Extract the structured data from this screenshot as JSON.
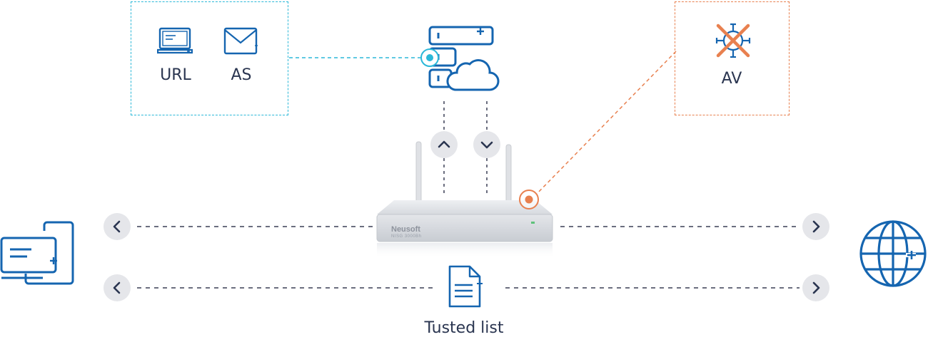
{
  "filters": {
    "url_label": "URL",
    "as_label": "AS",
    "av_label": "AV"
  },
  "router": {
    "brand": "Neusoft",
    "model": "NISG 3000Bh"
  },
  "trusted_list": {
    "label": "Tusted list"
  },
  "icons": {
    "url": "laptop-icon",
    "as": "envelope-icon",
    "cloud_server": "server-cloud-icon",
    "av": "virus-blocked-icon",
    "devices": "devices-icon",
    "internet": "globe-icon",
    "document": "document-icon",
    "router": "router-icon"
  },
  "colors": {
    "primary": "#1565b0",
    "dashed_blue": "#2bb8d8",
    "dashed_orange": "#e8804f",
    "dark_line": "#3a3f55",
    "chevron_bg": "#e5e6ea"
  }
}
